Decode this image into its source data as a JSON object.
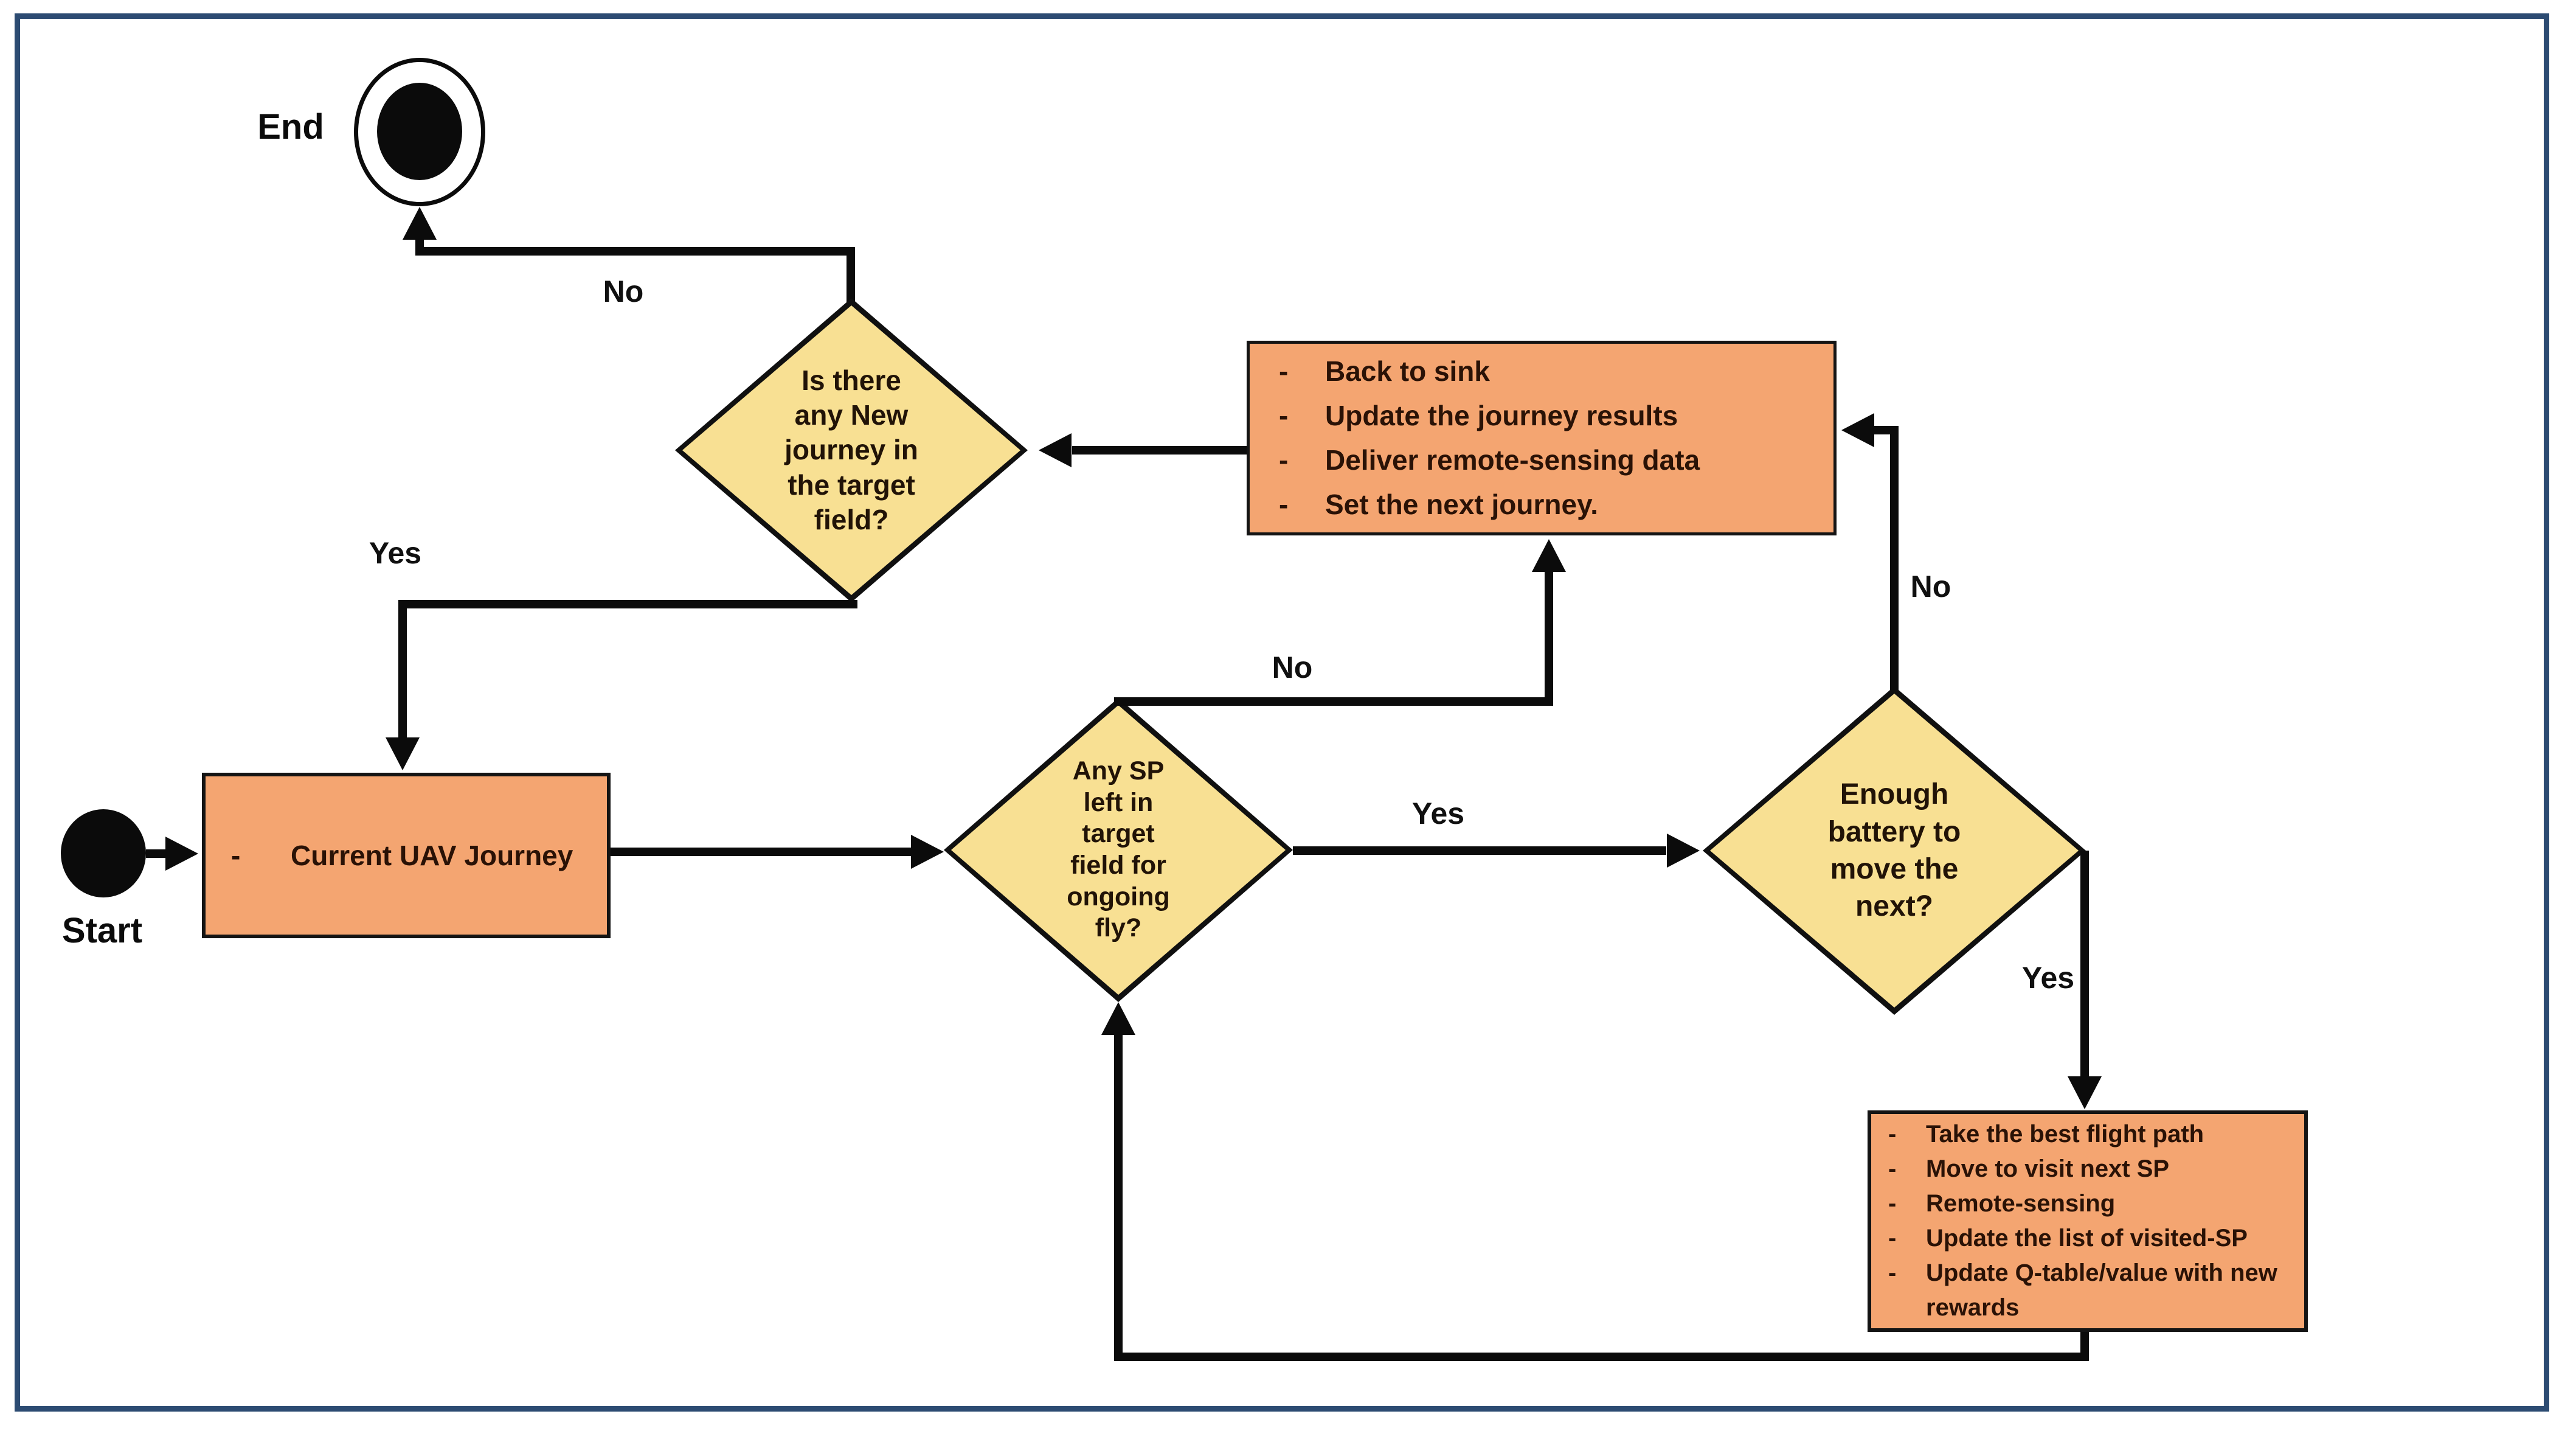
{
  "diagram_type": "flowchart",
  "colors": {
    "frame_border": "#2C4B72",
    "decision_fill": "#F8E093",
    "process_fill": "#F4A571",
    "line": "#0B0B0B",
    "background": "#FFFFFF"
  },
  "terminators": {
    "start_label": "Start",
    "end_label": "End"
  },
  "decisions": {
    "new_journey": {
      "lines": [
        "Is there",
        "any New",
        "journey in",
        "the target",
        "field?"
      ]
    },
    "sp_left": {
      "lines": [
        "Any SP",
        "left in",
        "target",
        "field for",
        "ongoing",
        "fly?"
      ]
    },
    "battery": {
      "lines": [
        "Enough",
        "battery to",
        "move the",
        "next?"
      ]
    }
  },
  "processes": {
    "current_journey": {
      "bullet": "-",
      "items": [
        "Current UAV Journey"
      ]
    },
    "sink": {
      "bullet": "-",
      "items": [
        "Back to sink",
        "Update the journey results",
        "Deliver remote-sensing data",
        "Set the next journey."
      ]
    },
    "flight": {
      "bullet": "-",
      "items": [
        "Take the best flight path",
        "Move to visit next SP",
        "Remote-sensing",
        "Update the list of visited-SP",
        "Update Q-table/value with new rewards"
      ]
    }
  },
  "edge_labels": {
    "no_new_journey_to_end": "No",
    "yes_new_journey_to_current": "Yes",
    "no_sp_left_to_sink": "No",
    "yes_sp_left_to_battery": "Yes",
    "no_battery_to_sink": "No",
    "yes_battery_to_flight": "Yes"
  }
}
